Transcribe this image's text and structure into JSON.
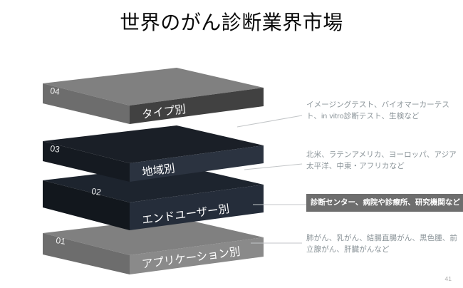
{
  "slide": {
    "title": "世界のがん診断業界市場",
    "page_number": "41",
    "background_color": "#ffffff"
  },
  "diagram": {
    "type": "3d-stacked-layers",
    "layers": [
      {
        "number": "04",
        "label": "タイプ別",
        "top_color": "#808080",
        "front_color": "#414141",
        "side_color": "#6d6d6d"
      },
      {
        "number": "03",
        "label": "地域別",
        "top_color": "#1a1f27",
        "front_color": "#2b3340",
        "side_color": "#151a21"
      },
      {
        "number": "02",
        "label": "エンドユーザー別",
        "top_color": "#1d242e",
        "front_color": "#252d3a",
        "side_color": "#12171d"
      },
      {
        "number": "01",
        "label": "アプリケーション別",
        "top_color": "#808080",
        "front_color": "#8a8a8a",
        "side_color": "#6d6d6d"
      }
    ]
  },
  "annotations": [
    {
      "id": "annotation-type",
      "text": "イメージングテスト、バイオマーカーテスト、in vitro診断テスト、生検など",
      "highlighted": false,
      "text_color": "#8b9499"
    },
    {
      "id": "annotation-region",
      "text": "北米、ラテンアメリカ、ヨーロッパ、アジア太平洋、中東・アフリカなど",
      "highlighted": false,
      "text_color": "#8b9499"
    },
    {
      "id": "annotation-end-user",
      "text": "診断センター、病院や診療所、研究機関など",
      "highlighted": true,
      "text_color": "#ffffff",
      "background_color": "#6e6e6e"
    },
    {
      "id": "annotation-application",
      "text": "肺がん、乳がん、結腸直腸がん、黒色腫、前立腺がん、肝臓がんなど",
      "highlighted": false,
      "text_color": "#8b9499"
    }
  ]
}
